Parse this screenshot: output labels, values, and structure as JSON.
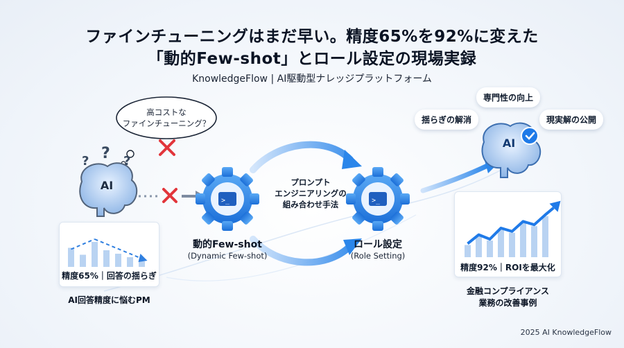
{
  "title_line1": "ファインチューニングはまだ早い。精度65%を92%に変えた",
  "title_line2": "「動的Few-shot」とロール設定の現場実録",
  "subtitle": "KnowledgeFlow | AI駆動型ナレッジプラットフォーム",
  "thought_bubble": {
    "line1": "高コストな",
    "line2": "ファインチューニング？"
  },
  "left": {
    "brain_text": "AI",
    "card_caption": "精度65%｜回答の揺らぎ",
    "chart_values": [
      0.55,
      0.35,
      0.72,
      0.48,
      0.38,
      0.28,
      0.16
    ],
    "caption": "AI回答精度に悩むPM"
  },
  "center": {
    "gear1_title": "動的Few-shot",
    "gear1_sub": "(Dynamic Few-shot)",
    "middle_label": [
      "プロンプト",
      "エンジニアリングの",
      "組み合わせ手法"
    ],
    "gear2_title": "ロール設定",
    "gear2_sub": "(Role Setting)"
  },
  "right": {
    "brain_text": "AI",
    "pill_left": "揺らぎの解消",
    "pill_top": "専門性の向上",
    "pill_right": "現実解の公開",
    "card_caption": "精度92%｜ROIを最大化",
    "chart_values": [
      0.22,
      0.38,
      0.3,
      0.5,
      0.44,
      0.62,
      0.56,
      0.74
    ],
    "caption_line1": "金融コンプライアンス",
    "caption_line2": "業務の改善事例"
  },
  "footer": "2025 AI KnowledgeFlow",
  "colors": {
    "accent_blue": "#1f7ae8",
    "cross_red": "#e2353b",
    "dark_text": "#0b1424"
  }
}
